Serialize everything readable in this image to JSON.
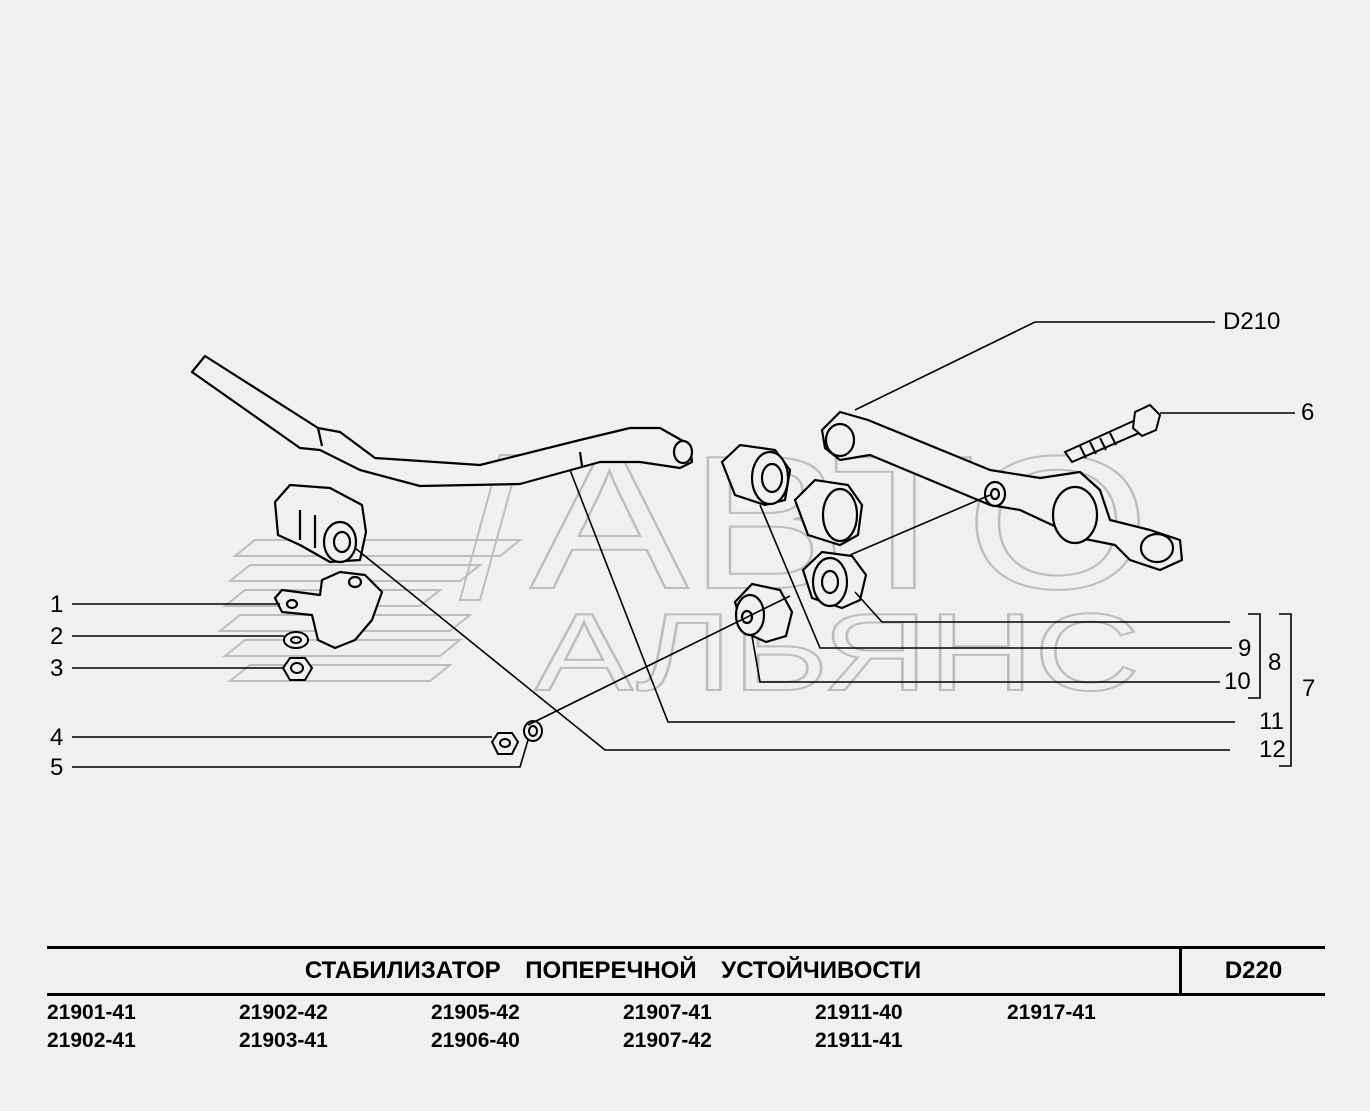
{
  "watermark": {
    "line1": "АВТО",
    "line2": "АЛЬЯНС"
  },
  "callouts": {
    "c1": "1",
    "c2": "2",
    "c3": "3",
    "c4": "4",
    "c5": "5",
    "c6": "6",
    "c7": "7",
    "c8": "8",
    "c9": "9",
    "c10": "10",
    "c11": "11",
    "c12": "12",
    "ref": "D210"
  },
  "title": {
    "text": "СТАБИЛИЗАТОР ПОПЕРЕЧНОЙ УСТОЙЧИВОСТИ",
    "code": "D220"
  },
  "models": [
    "21901-41",
    "21902-42",
    "21905-42",
    "21907-41",
    "21911-40",
    "21917-41",
    "21902-41",
    "21903-41",
    "21906-40",
    "21907-42",
    "21911-41"
  ],
  "colors": {
    "background": "#f0f0f0",
    "ink": "#000000",
    "watermark": "#c8c8c8"
  }
}
